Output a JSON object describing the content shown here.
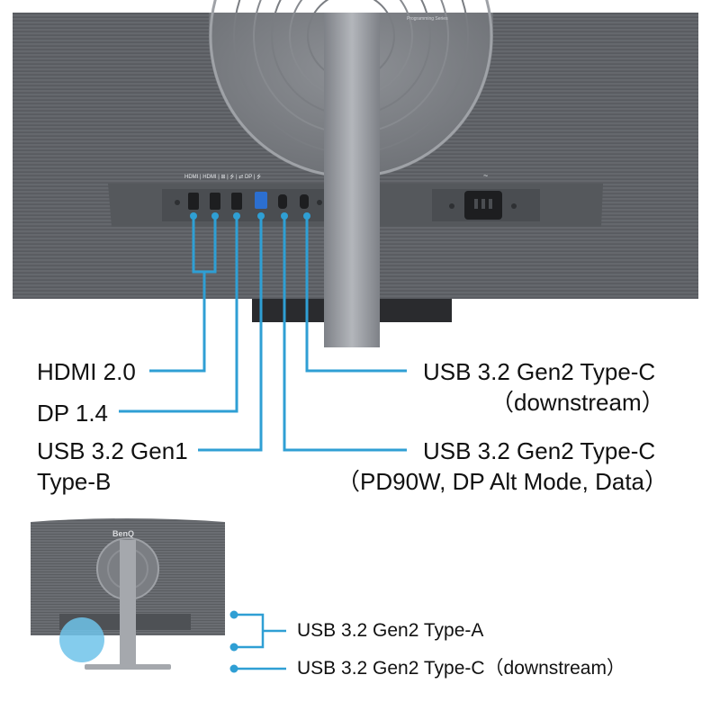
{
  "colors": {
    "accent": "#2f9fd4",
    "monitor_body": "#5e6166",
    "stand": "#9a9da3",
    "panel_dark": "#2a2b2e",
    "text": "#111111"
  },
  "port_strip": {
    "header": "HDMI | HDMI | ⊞ | ⭍ | ⇄ DP | ⭍",
    "power": "~"
  },
  "badge": "Programming Series",
  "callouts": {
    "hdmi": "HDMI 2.0",
    "dp": "DP 1.4",
    "usb_b_line1": "USB 3.2 Gen1",
    "usb_b_line2": "Type-B",
    "usbc_down_line1": "USB 3.2 Gen2 Type-C",
    "usbc_down_line2": "（downstream）",
    "usbc_pd_line1": "USB 3.2 Gen2 Type-C",
    "usbc_pd_line2": "（PD90W, DP Alt Mode, Data）"
  },
  "inset": {
    "brand": "BenQ",
    "usb_a": "USB 3.2 Gen2 Type-A",
    "usb_c": "USB 3.2 Gen2 Type-C（downstream）"
  }
}
